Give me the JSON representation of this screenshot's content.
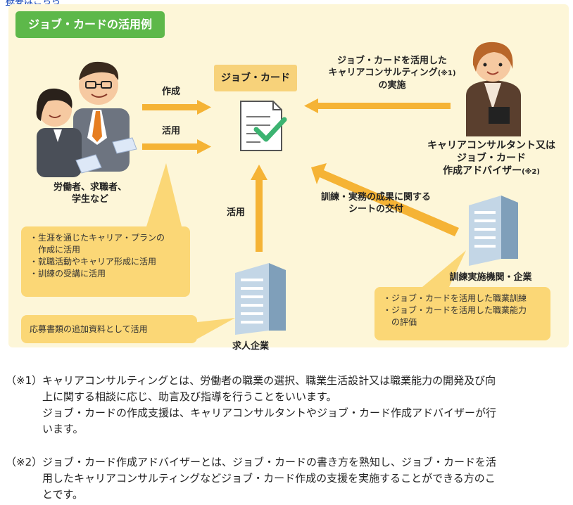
{
  "top_link": "概要はこちら",
  "diagram": {
    "title": "ジョブ・カードの活用例",
    "center_label": "ジョブ・カード",
    "workers": {
      "label_line1": "労働者、求職者、",
      "label_line2": "学生など"
    },
    "arrow_create": "作成",
    "arrow_use": "活用",
    "consultant_action": {
      "line1": "ジョブ・カードを活用した",
      "line2": "キャリアコンサルティング",
      "note_mark": "(※1)",
      "line3": "の実施"
    },
    "consultant": {
      "line1": "キャリアコンサルタント又は",
      "line2": "ジョブ・カード",
      "line3": "作成アドバイザー",
      "note_mark": "(※2)"
    },
    "training_delivery": {
      "line1": "訓練・実務の成果に関する",
      "line2": "シートの交付"
    },
    "training_org": "訓練実施機関・企業",
    "employer_arrow": "活用",
    "employer": "求人企業",
    "worker_uses": [
      "・生涯を通じたキャリア・プランの",
      "　作成に活用",
      "・就職活動やキャリア形成に活用",
      "・訓練の受講に活用"
    ],
    "employer_use": "応募書類の追加資料として活用",
    "training_uses": [
      "・ジョブ・カードを活用した職業訓練",
      "・ジョブ・カードを活用した職業能力",
      "　の評価"
    ]
  },
  "notes": [
    {
      "mark": "（※1）",
      "lines": [
        "キャリアコンサルティングとは、労働者の職業の選択、職業生活設計又は職業能力の開発及び向",
        "上に関する相談に応じ、助言及び指導を行うことをいいます。",
        "ジョブ・カードの作成支援は、キャリアコンサルタントやジョブ・カード作成アドバイザーが行",
        "います。"
      ]
    },
    {
      "mark": "（※2）",
      "lines": [
        "ジョブ・カード作成アドバイザーとは、ジョブ・カードの書き方を熟知し、ジョブ・カードを活",
        "用したキャリアコンサルティングなどジョブ・カード作成の支援を実施することができる方のこ",
        "とです。"
      ]
    }
  ],
  "colors": {
    "panel_bg": "#fdf6d8",
    "title_bg": "#5db84a",
    "arrow": "#f5b335",
    "bubble": "#fbd776",
    "check": "#3cb371",
    "building": "#a9c4da"
  }
}
